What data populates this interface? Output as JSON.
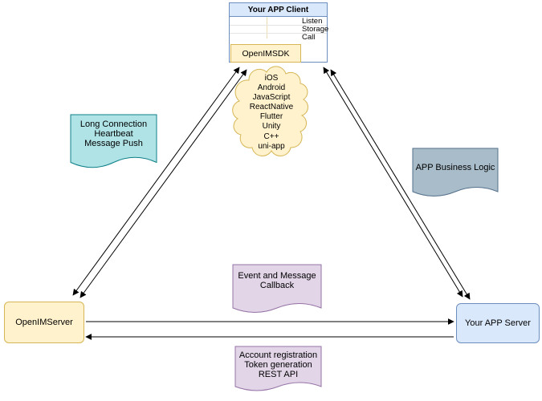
{
  "diagram": {
    "client": {
      "title": "Your APP Client",
      "rows": [
        "Listen",
        "Storage",
        "Call"
      ],
      "sdk_label": "OpenIMSDK",
      "header_fill": "#dae8fc",
      "border": "#6c8ebf"
    },
    "cloud": {
      "platforms": [
        "iOS",
        "Android",
        "JavaScript",
        "ReactNative",
        "Flutter",
        "Unity",
        "C++",
        "uni-app"
      ],
      "fill": "#fff2cc",
      "stroke": "#d6b656"
    },
    "callouts": {
      "long_connection": {
        "lines": [
          "Long Connection",
          "Heartbeat",
          "Message Push"
        ],
        "fill": "#b0e3e6",
        "stroke": "#0e8088"
      },
      "app_business_logic": {
        "lines": [
          "APP Business Logic"
        ],
        "fill": "#a8bcc9",
        "stroke": "#54708a"
      },
      "event_callback": {
        "lines": [
          "Event and Message",
          "Callback"
        ],
        "fill": "#e1d5e7",
        "stroke": "#9673a6"
      },
      "account_api": {
        "lines": [
          "Account registration",
          "Token generation",
          "REST API"
        ],
        "fill": "#e1d5e7",
        "stroke": "#9673a6"
      }
    },
    "nodes": {
      "openim_server": {
        "label": "OpenIMServer",
        "fill": "#fff2cc",
        "stroke": "#d6b656"
      },
      "your_app_server": {
        "label": "Your APP Server",
        "fill": "#dae8fc",
        "stroke": "#6c8ebf"
      }
    }
  }
}
